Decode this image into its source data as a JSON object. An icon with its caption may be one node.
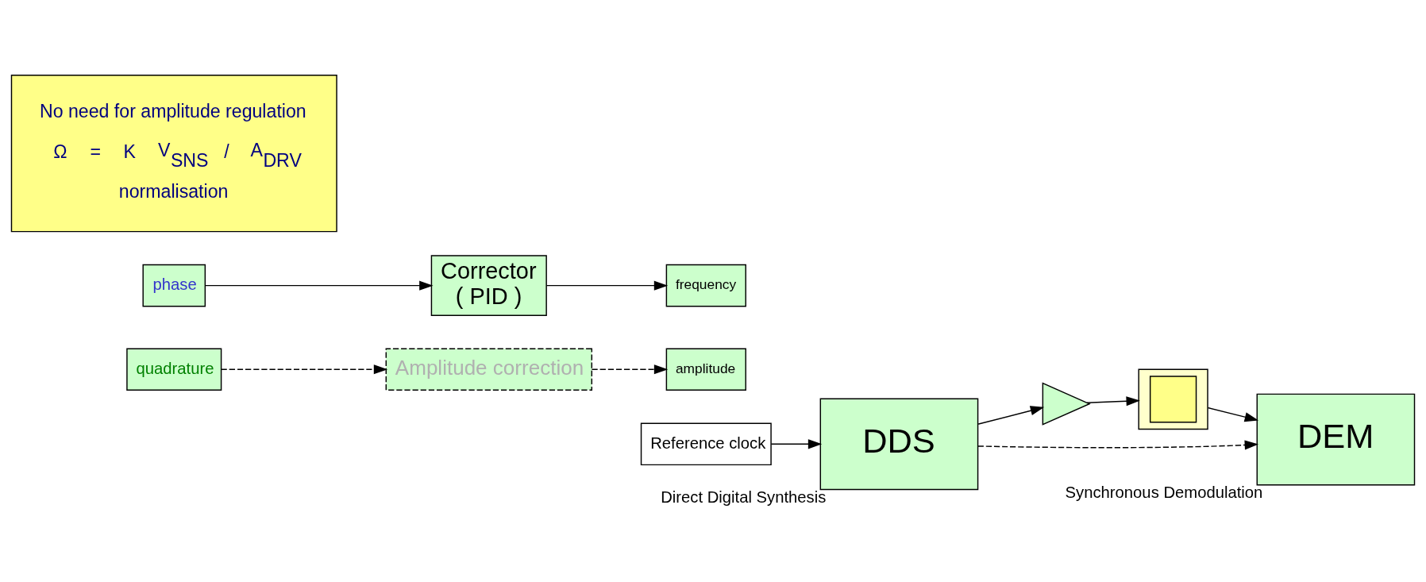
{
  "diagram": {
    "nodes": [
      {
        "text": [
          "Reference clock"
        ]
      },
      {
        "text": [
          "DDS"
        ],
        "beside": [
          "Direct Digital Synthesis"
        ]
      },
      {
        "text": [
          "amplitude"
        ]
      },
      {
        "text": [
          "frequency"
        ]
      },
      {
        "text": [],
        "shape": "triangle"
      },
      {
        "text": [],
        "shape": "picture"
      },
      {
        "text": [
          "DEM"
        ],
        "beside": [
          "Synchronous Demodulation"
        ]
      },
      {
        "text": [
          "quadrature"
        ]
      },
      {
        "text": [
          "phase"
        ]
      },
      {
        "text": [
          "Corrector",
          "( PID )"
        ]
      },
      {
        "text": [
          "Amplitude correction"
        ]
      },
      {
        "text": [
          "No need for amplitude regulation",
          "Ω = K V$_{SNS}$ / A$_{DRV}$",
          "normalisation"
        ]
      }
    ],
    "edges": [
      {
        "from": 0,
        "to": 1,
        "arrow": "to"
      },
      {
        "from": 1,
        "to": 4,
        "arrow": "to"
      },
      {
        "from": 4,
        "to": 5,
        "arrow": "to"
      },
      {
        "from": 5,
        "to": 6,
        "arrow": "to"
      },
      {
        "from": 1,
        "to": 6,
        "arrow": "to",
        "style": "dashed"
      },
      {
        "from": 8,
        "to": 9,
        "arrow": "to"
      },
      {
        "from": 9,
        "to": 3,
        "arrow": "to"
      },
      {
        "from": 7,
        "to": 10,
        "arrow": "to",
        "style": "dashed"
      },
      {
        "from": 10,
        "to": 2,
        "arrow": "to",
        "style": "dashed"
      }
    ]
  }
}
